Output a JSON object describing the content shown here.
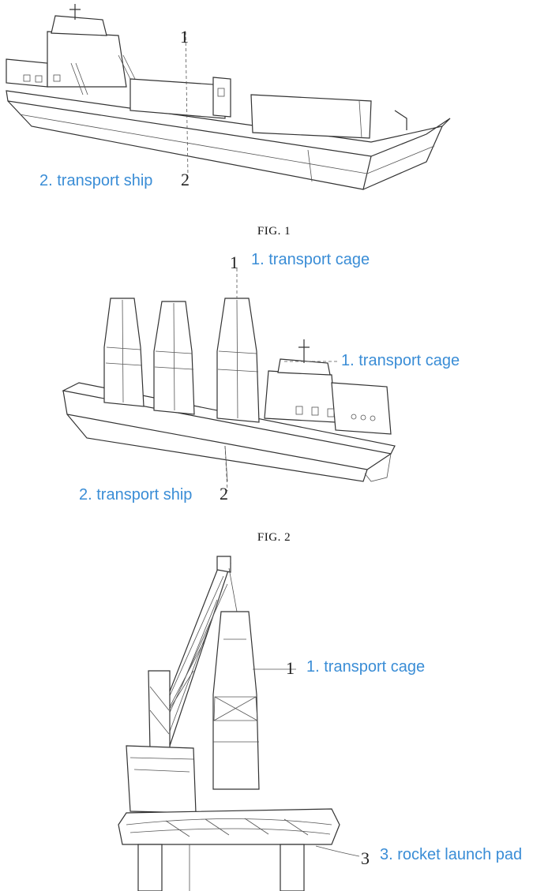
{
  "figures": [
    {
      "caption": "FIG. 1",
      "labels": {
        "cage_num": "1",
        "ship_text": "2. transport ship",
        "ship_num": "2"
      }
    },
    {
      "caption": "FIG. 2",
      "labels": {
        "cage_num": "1",
        "cage_text_top": "1. transport cage",
        "cage_text_side": "1. transport cage",
        "ship_text": "2. transport ship",
        "ship_num": "2"
      }
    },
    {
      "labels": {
        "cage_num": "1",
        "cage_text": "1. transport cage",
        "pad_text": "3. rocket launch pad",
        "pad_num": "3"
      }
    }
  ]
}
